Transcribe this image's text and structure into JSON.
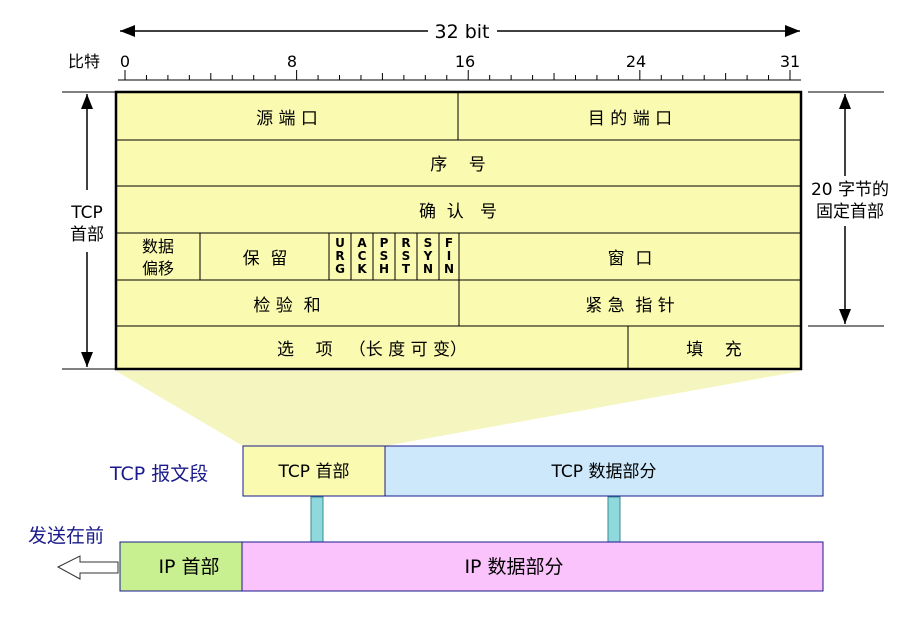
{
  "ruler": {
    "width_label": "32 bit",
    "bits_label": "比特",
    "ticks": [
      "0",
      "8",
      "16",
      "24",
      "31"
    ]
  },
  "header": {
    "src_port": "源 端 口",
    "dst_port": "目 的 端 口",
    "seq": "序    号",
    "ack_no": "确  认   号",
    "data_offset_1": "数据",
    "data_offset_2": "偏移",
    "reserved": "保  留",
    "flags": [
      "URG",
      "ACK",
      "PSH",
      "RST",
      "SYN",
      "FIN"
    ],
    "window": "窗  口",
    "checksum": "检 验  和",
    "urgent": "紧 急  指 针",
    "options": "选    项   （长 度 可 变）",
    "padding": "填    充"
  },
  "side": {
    "tcp_header_1": "TCP",
    "tcp_header_2": "首部",
    "fixed_1": "20 字节的",
    "fixed_2": "固定首部"
  },
  "segment": {
    "label": "TCP 报文段",
    "header": "TCP 首部",
    "data": "TCP 数据部分"
  },
  "ip": {
    "send_first": "发送在前",
    "header": "IP 首部",
    "data": "IP 数据部分"
  },
  "colors": {
    "header_fill": "#fafab0",
    "tcp_data_fill": "#cce8fa",
    "ip_header_fill": "#c8f090",
    "ip_data_fill": "#fbc3fb",
    "arrow_fill": "#8fd8dc",
    "label_blue": "#1a1a8c"
  }
}
